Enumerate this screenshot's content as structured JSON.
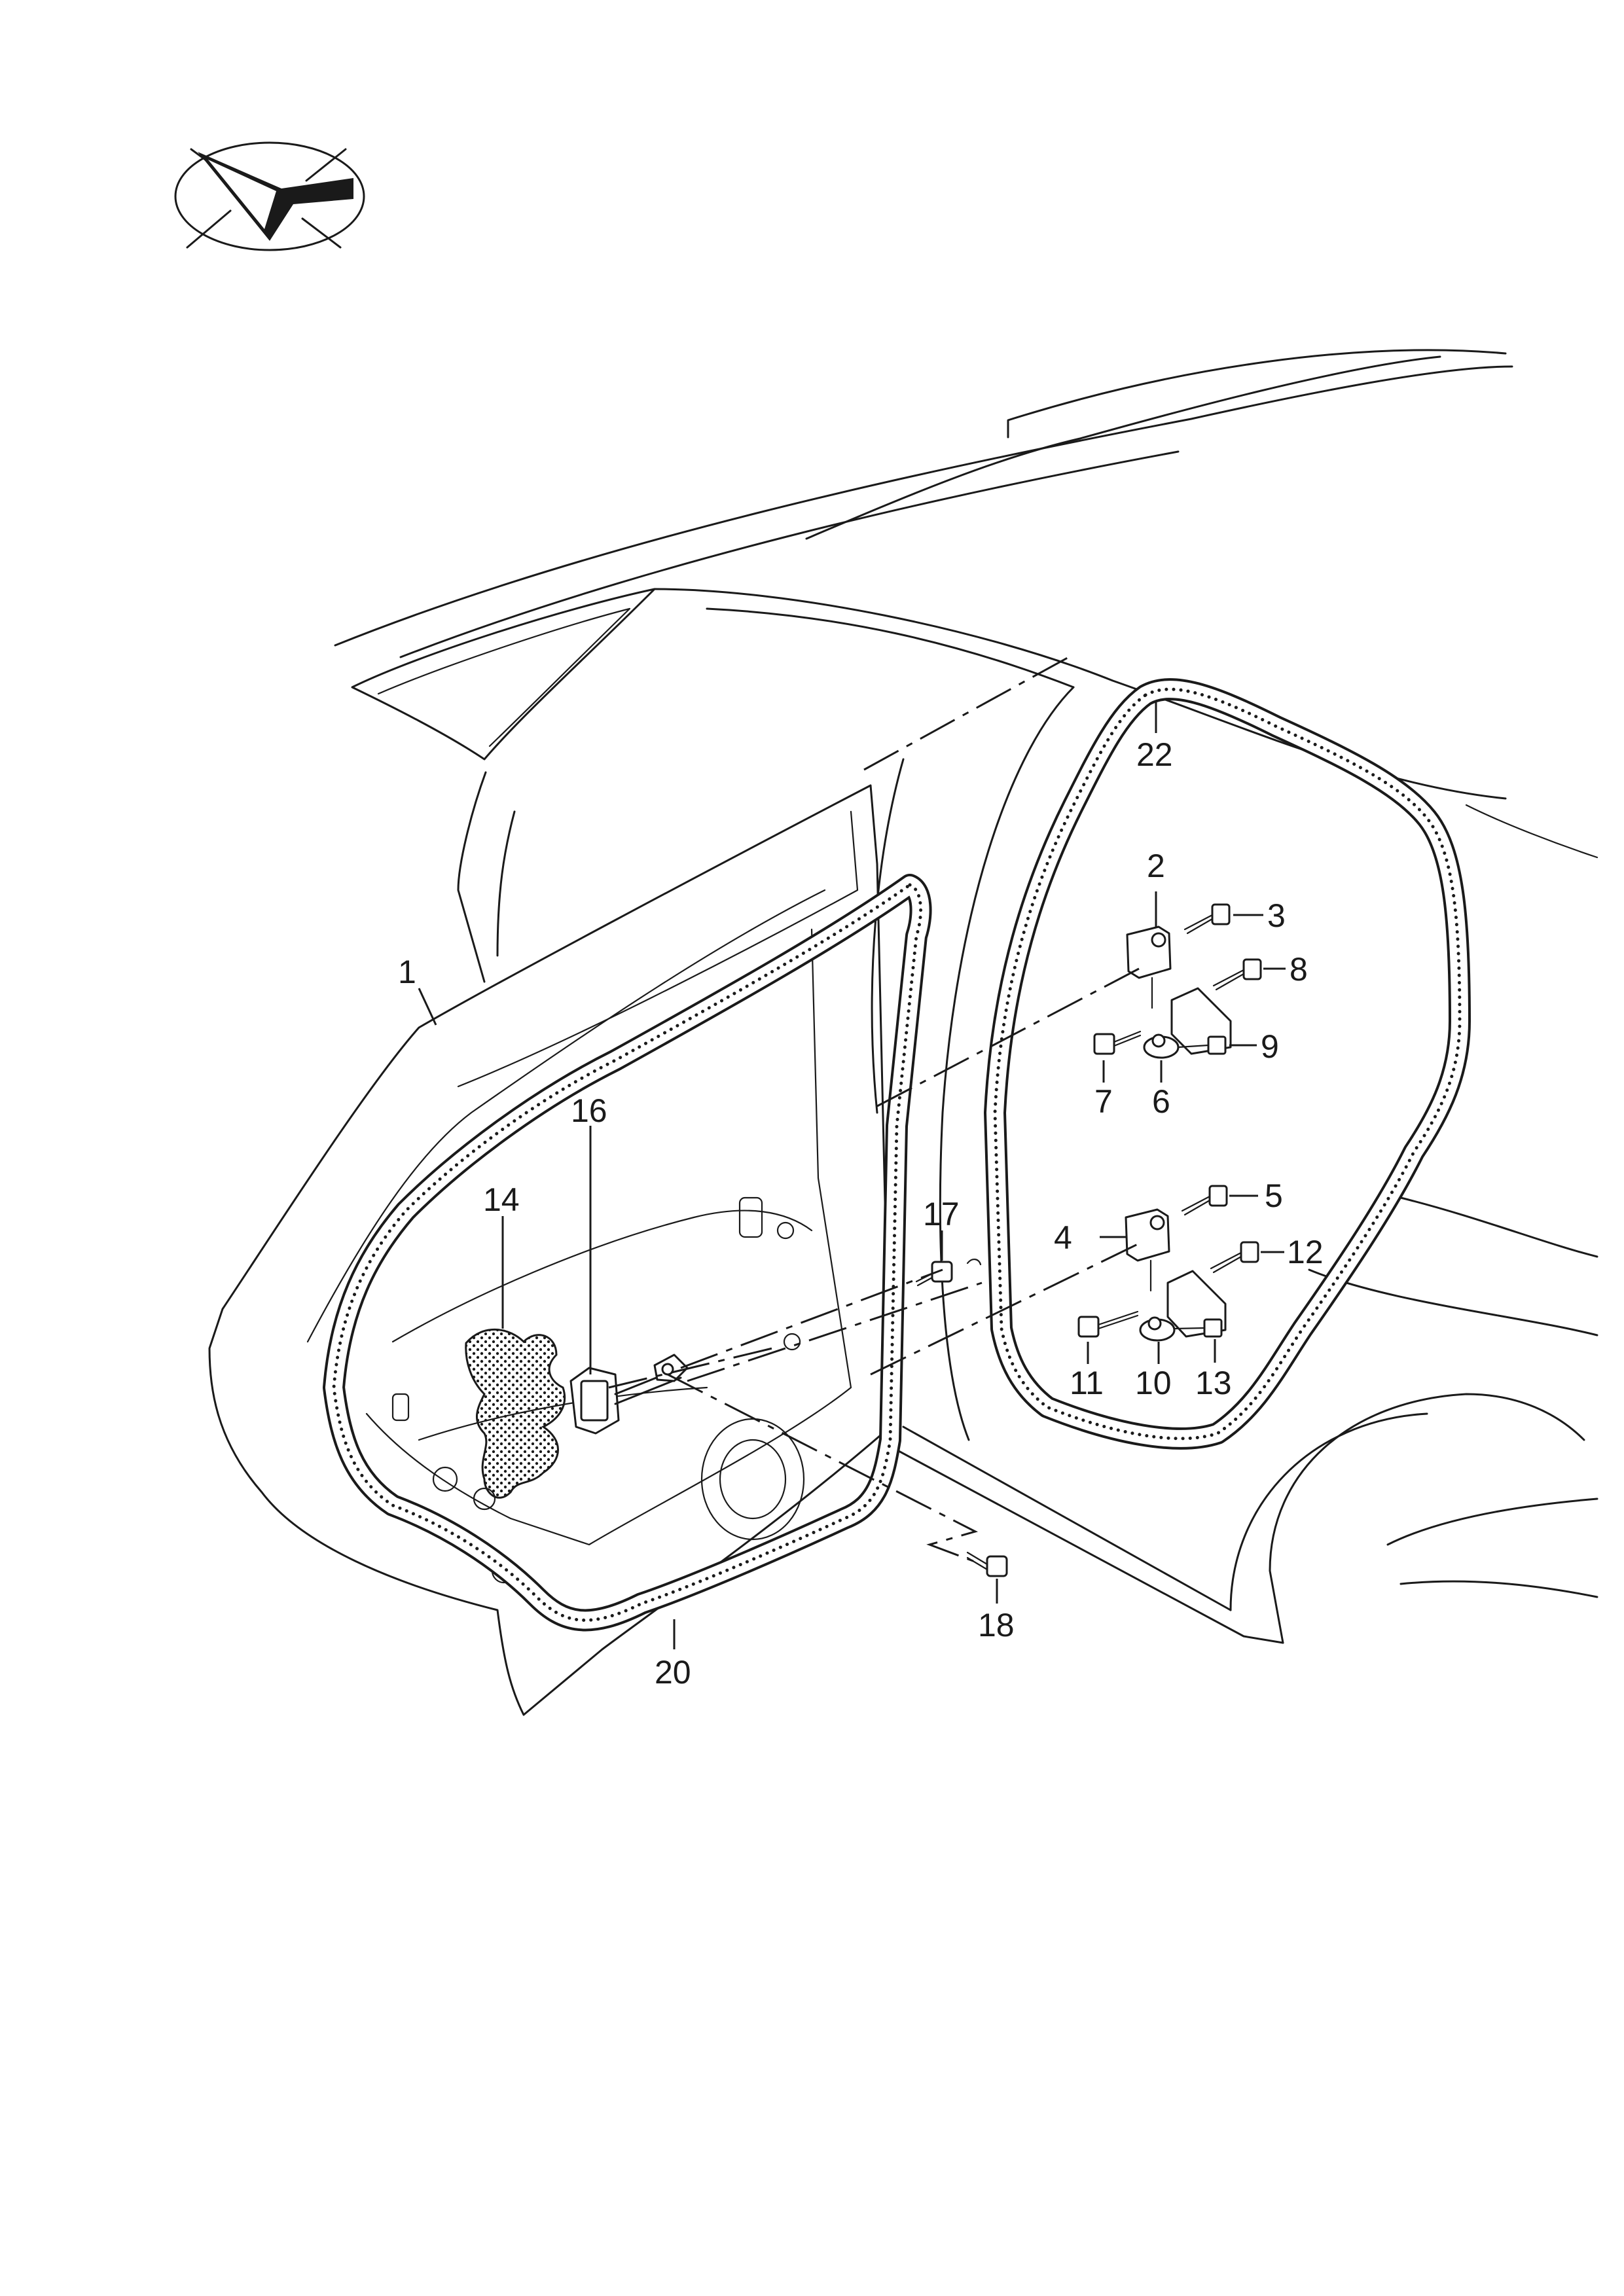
{
  "callouts": [
    {
      "id": "c1",
      "text": "1"
    },
    {
      "id": "c2",
      "text": "2"
    },
    {
      "id": "c3",
      "text": "3"
    },
    {
      "id": "c4",
      "text": "4"
    },
    {
      "id": "c5",
      "text": "5"
    },
    {
      "id": "c6",
      "text": "6"
    },
    {
      "id": "c7",
      "text": "7"
    },
    {
      "id": "c8",
      "text": "8"
    },
    {
      "id": "c9",
      "text": "9"
    },
    {
      "id": "c10",
      "text": "10"
    },
    {
      "id": "c11",
      "text": "11"
    },
    {
      "id": "c12",
      "text": "12"
    },
    {
      "id": "c13",
      "text": "13"
    },
    {
      "id": "c14",
      "text": "14"
    },
    {
      "id": "c16",
      "text": "16"
    },
    {
      "id": "c17",
      "text": "17"
    },
    {
      "id": "c18",
      "text": "18"
    },
    {
      "id": "c20",
      "text": "20"
    },
    {
      "id": "c22",
      "text": "22"
    }
  ],
  "icons": {
    "orientation": "view-direction-arrow-icon"
  },
  "colors": {
    "line": "#1a1a1a",
    "background": "#ffffff"
  }
}
